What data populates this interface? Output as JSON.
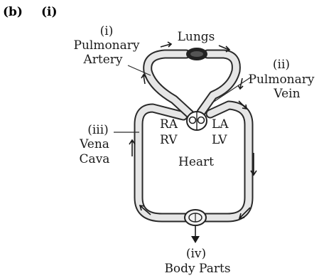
{
  "heading": {
    "part": "(b)",
    "sub": "(i)"
  },
  "labels": {
    "pulmonary_artery_num": "(i)",
    "pulmonary_artery_1": "Pulmonary",
    "pulmonary_artery_2": "Artery",
    "lungs": "Lungs",
    "pulmonary_vein_num": "(ii)",
    "pulmonary_vein_1": "Pulmonary",
    "pulmonary_vein_2": "Vein",
    "vena_cava_num": "(iii)",
    "vena_cava_1": "Vena",
    "vena_cava_2": "Cava",
    "ra": "RA",
    "rv": "RV",
    "la": "LA",
    "lv": "LV",
    "heart": "Heart",
    "body_parts_num": "(iv)",
    "body_parts": "Body Parts"
  },
  "colors": {
    "vessel_outline": "#2a2a2a",
    "vessel_fill": "#e6e6e6",
    "capillary_bed": "#222222"
  }
}
